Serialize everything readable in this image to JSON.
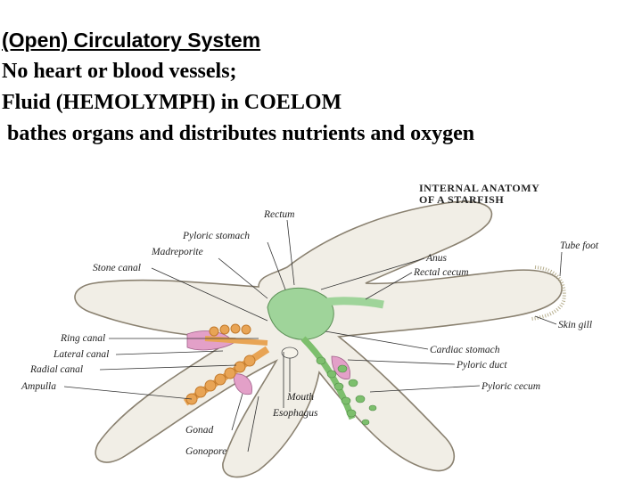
{
  "heading": "(Open) Circulatory System",
  "lines": [
    "No heart or blood vessels;",
    "Fluid (HEMOLYMPH) in COELOM",
    " bathes organs and distributes nutrients and oxygen"
  ],
  "diagram": {
    "title_line1": "INTERNAL ANATOMY",
    "title_line2": "OF A STARFISH",
    "labels": {
      "rectum": "Rectum",
      "pyloric_stomach": "Pyloric stomach",
      "madreporite": "Madreporite",
      "stone_canal": "Stone canal",
      "ring_canal": "Ring canal",
      "lateral_canal": "Lateral canal",
      "radial_canal": "Radial canal",
      "ampulla": "Ampulla",
      "gonad": "Gonad",
      "gonopore": "Gonopore",
      "mouth": "Mouth",
      "esophagus": "Esophagus",
      "tube_foot": "Tube foot",
      "anus": "Anus",
      "rectal_cecum": "Rectal cecum",
      "skin_gill": "Skin gill",
      "cardiac_stomach": "Cardiac stomach",
      "pyloric_duct": "Pyloric duct",
      "pyloric_cecum": "Pyloric cecum"
    },
    "colors": {
      "body": "#f1eee6",
      "body_outline": "#8a8170",
      "digestive": "#9fd49a",
      "gonad": "#e3a0c8",
      "water_vascular": "#e8a455",
      "pyloric_cecum": "#7dbf6d"
    }
  }
}
